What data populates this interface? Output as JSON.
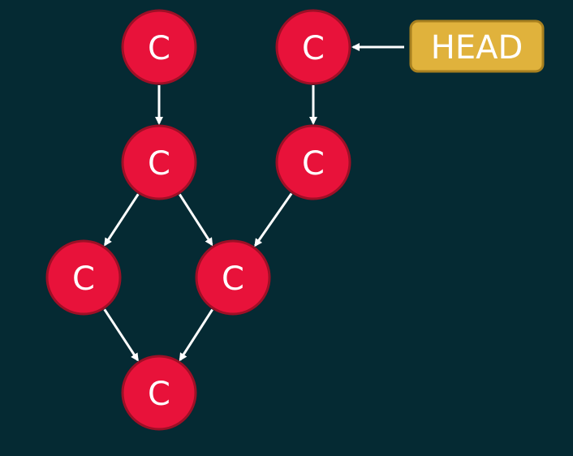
{
  "colors": {
    "background": "#052a33",
    "node_fill": "#e8123a",
    "node_stroke": "#9e0f26",
    "edge": "#ffffff",
    "head_fill": "#e0b23c",
    "head_stroke": "#a8801f"
  },
  "commit_label": "C",
  "commits": [
    {
      "id": "c1"
    },
    {
      "id": "c2"
    },
    {
      "id": "c3"
    },
    {
      "id": "c4"
    },
    {
      "id": "c5"
    },
    {
      "id": "c6"
    },
    {
      "id": "c7"
    }
  ],
  "edges": [
    {
      "from": "c1",
      "to": "c3"
    },
    {
      "from": "c2",
      "to": "c4"
    },
    {
      "from": "c3",
      "to": "c5"
    },
    {
      "from": "c3",
      "to": "c6"
    },
    {
      "from": "c4",
      "to": "c6"
    },
    {
      "from": "c5",
      "to": "c7"
    },
    {
      "from": "c6",
      "to": "c7"
    }
  ],
  "head": {
    "label": "HEAD",
    "points_to": "c2"
  }
}
